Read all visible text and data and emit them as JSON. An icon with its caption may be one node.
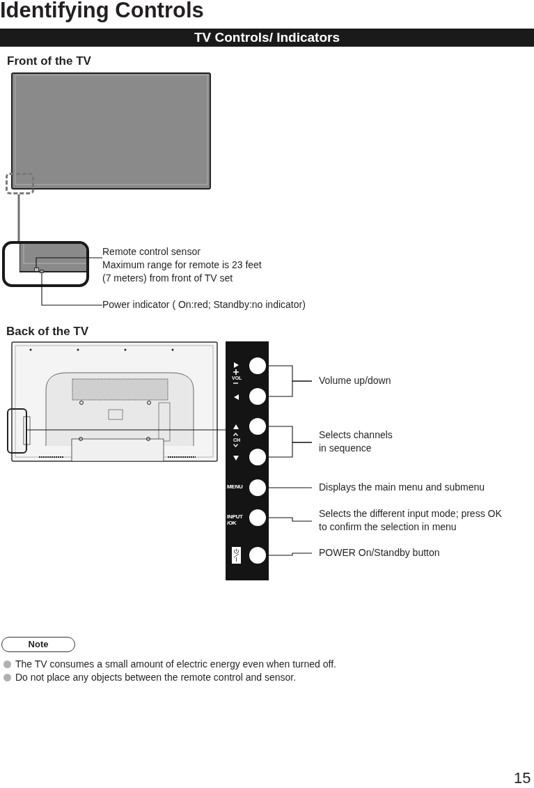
{
  "diagram": {
    "title": "Identifying Controls",
    "nodes": [
      {
        "text": [],
        "shape": "box"
      },
      {
        "text": [],
        "shape": "box"
      },
      {
        "text": [],
        "shape": "box",
        "in": 1
      },
      {
        "text": [],
        "shape": "box",
        "in": 1
      },
      {
        "text": [
          "Remote control sensor",
          "Maximum range for remote is 23 feet (7 meters) from front of TV set"
        ]
      },
      {
        "text": [
          "Power indicator ( On:red; Standby:no indicator)"
        ]
      },
      {
        "text": [],
        "shape": "box"
      },
      {
        "text": [],
        "shape": "bar"
      },
      {
        "text": [],
        "shape": "circle",
        "in": 7
      },
      {
        "text": [],
        "shape": "circle",
        "in": 7
      },
      {
        "text": [],
        "shape": "circle",
        "in": 7
      },
      {
        "text": [],
        "shape": "circle",
        "in": 7
      },
      {
        "text": [],
        "shape": "circle",
        "in": 7,
        "beside": [
          "MENU"
        ]
      },
      {
        "text": [],
        "shape": "circle",
        "in": 7,
        "beside": [
          "INPUT /OK"
        ]
      },
      {
        "text": [],
        "shape": "circle",
        "in": 7
      },
      {
        "text": [
          "Volume up/down"
        ]
      },
      {
        "text": [
          "Selects channels in sequence"
        ]
      },
      {
        "text": [
          "Displays the main menu and submenu"
        ]
      },
      {
        "text": [
          "Selects the different input mode; press OK to confirm the selection in menu"
        ]
      },
      {
        "text": [
          "POWER On/Standby button"
        ]
      }
    ],
    "edges": [
      {
        "from": 0,
        "to": 1,
        "arrow": "none",
        "style": "thick",
        "color": "#707070"
      },
      {
        "from": 2,
        "to": 4,
        "arrow": "none"
      },
      {
        "from": 3,
        "to": 5,
        "arrow": "none"
      },
      {
        "from": 6,
        "to": 7,
        "arrow": "none"
      },
      {
        "from": 8,
        "to": 15,
        "arrow": "none"
      },
      {
        "from": 9,
        "to": 15,
        "arrow": "none"
      },
      {
        "from": 10,
        "to": 16,
        "arrow": "none"
      },
      {
        "from": 11,
        "to": 16,
        "arrow": "none"
      },
      {
        "from": 12,
        "to": 17,
        "arrow": "none"
      },
      {
        "from": 13,
        "to": 18,
        "arrow": "none"
      },
      {
        "from": 14,
        "to": 19,
        "arrow": "none"
      }
    ],
    "labels": [
      "TV Controls/ Indicators",
      "Front of the TV",
      "Back of the TV",
      "VOL",
      "CH",
      "Note",
      "The TV consumes a small amount of electric energy even when turned off.",
      "Do not place any objects between the remote control and sensor.",
      "15"
    ]
  }
}
